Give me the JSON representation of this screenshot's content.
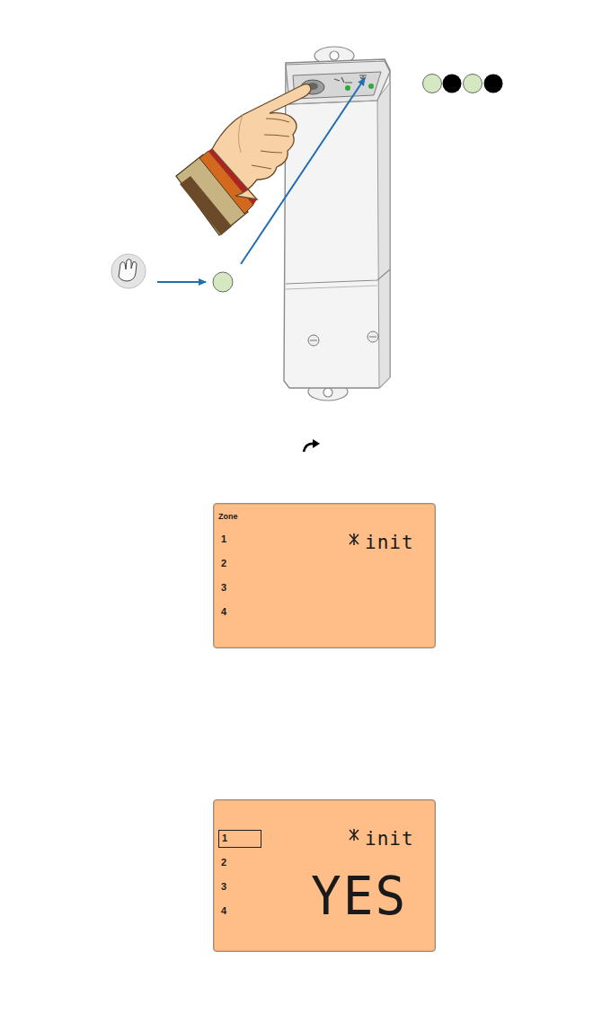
{
  "diagram": {
    "nodes": [
      {
        "text": [
          "Zone",
          "1",
          "2",
          "3",
          "4",
          "init"
        ]
      },
      {
        "text": [
          "2",
          "3",
          "4",
          "init",
          "YES"
        ]
      },
      {
        "text": [
          "1"
        ],
        "in": 1
      }
    ]
  }
}
